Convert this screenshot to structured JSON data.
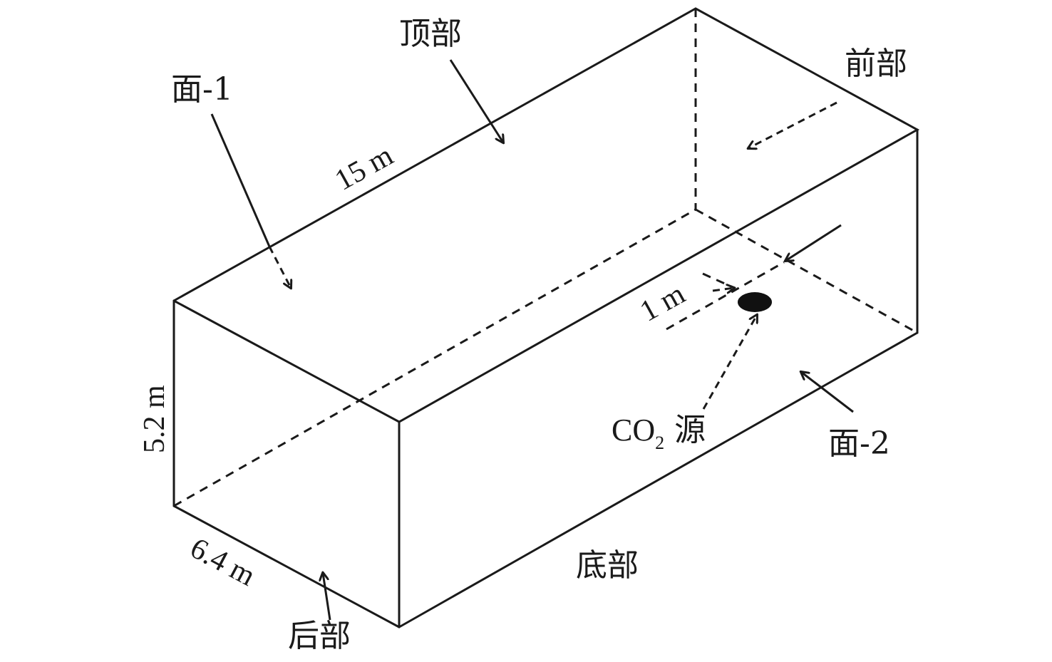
{
  "labels": {
    "top": "顶部",
    "front": "前部",
    "face1": "面-1",
    "face2": "面-2",
    "bottom": "底部",
    "back": "后部",
    "source_prefix": "CO",
    "source_subscript": "2",
    "source_suffix": "源"
  },
  "dimensions": {
    "length": "15 m",
    "height": "5.2 m",
    "width": "6.4 m",
    "source_offset": "1 m"
  }
}
